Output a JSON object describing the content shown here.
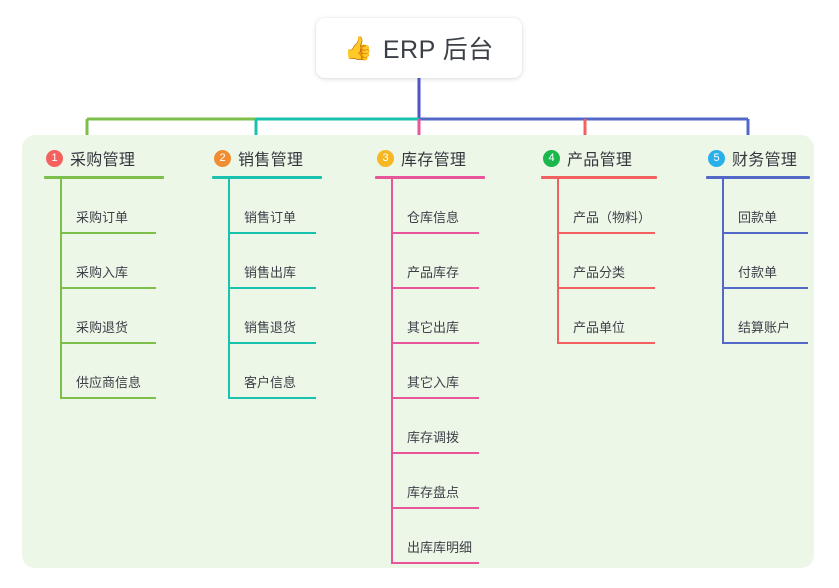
{
  "root": {
    "icon": "thumbs-up-icon",
    "emoji": "👍",
    "title": "ERP 后台"
  },
  "palette": {
    "panel_bg": "#edf7e8",
    "page_bg": "#ffffff",
    "stem": "#4f55c4",
    "text": "#3c4149"
  },
  "columns": [
    {
      "number": "1",
      "title": "采购管理",
      "badge_color": "#f4615f",
      "line_color": "#7cc04b",
      "items": [
        {
          "label": "采购订单"
        },
        {
          "label": "采购入库"
        },
        {
          "label": "采购退货"
        },
        {
          "label": "供应商信息"
        }
      ]
    },
    {
      "number": "2",
      "title": "销售管理",
      "badge_color": "#f08c32",
      "line_color": "#18c2ae",
      "items": [
        {
          "label": "销售订单"
        },
        {
          "label": "销售出库"
        },
        {
          "label": "销售退货"
        },
        {
          "label": "客户信息"
        }
      ]
    },
    {
      "number": "3",
      "title": "库存管理",
      "badge_color": "#f5b724",
      "line_color": "#e8559b",
      "items": [
        {
          "label": "仓库信息"
        },
        {
          "label": "产品库存"
        },
        {
          "label": "其它出库"
        },
        {
          "label": "其它入库"
        },
        {
          "label": "库存调拨"
        },
        {
          "label": "库存盘点"
        },
        {
          "label": "出库库明细"
        }
      ]
    },
    {
      "number": "4",
      "title": "产品管理",
      "badge_color": "#1ab84c",
      "line_color": "#f2605f",
      "items": [
        {
          "label": "产品（物料）"
        },
        {
          "label": "产品分类"
        },
        {
          "label": "产品单位"
        }
      ]
    },
    {
      "number": "5",
      "title": "财务管理",
      "badge_color": "#2ab0e8",
      "line_color": "#5468c8",
      "items": [
        {
          "label": "回款单"
        },
        {
          "label": "付款单"
        },
        {
          "label": "结算账户"
        }
      ]
    }
  ]
}
